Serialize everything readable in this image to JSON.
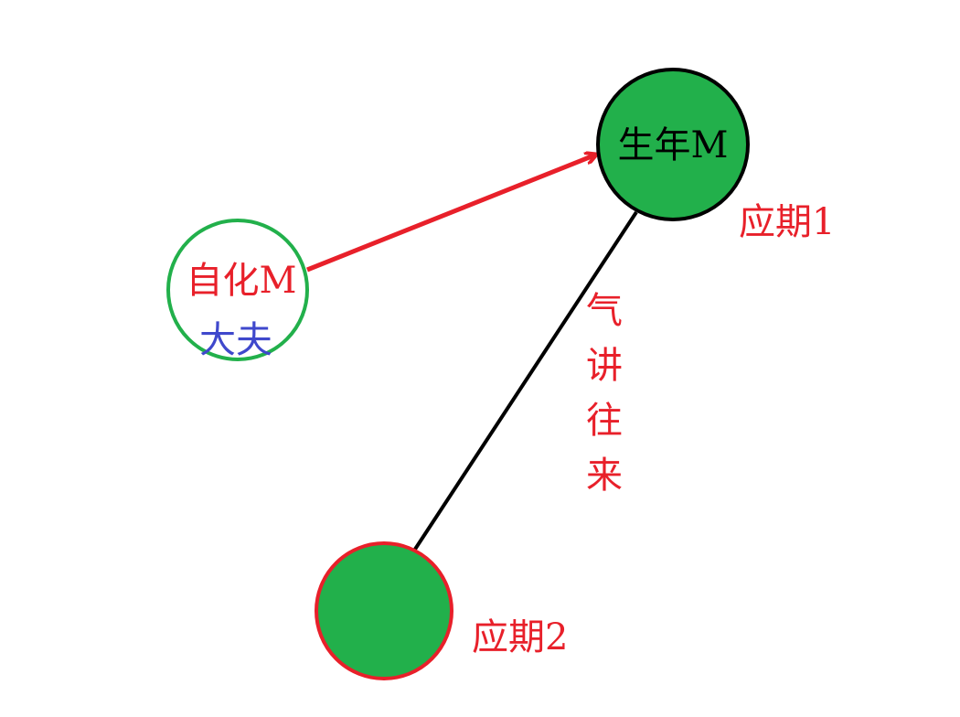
{
  "colors": {
    "red": "#e8202a",
    "green_fill": "#22b04b",
    "green_stroke": "#22b04b",
    "blue": "#3f48cc",
    "black": "#000000"
  },
  "nodes": {
    "top_right": {
      "label": "生年M"
    },
    "left": {
      "label": "自化M",
      "sublabel": "大夫"
    },
    "bottom": {
      "label": ""
    }
  },
  "annotations": {
    "top_right_tag": "应期1",
    "bottom_tag": "应期2",
    "edge_label": "气讲往来"
  }
}
